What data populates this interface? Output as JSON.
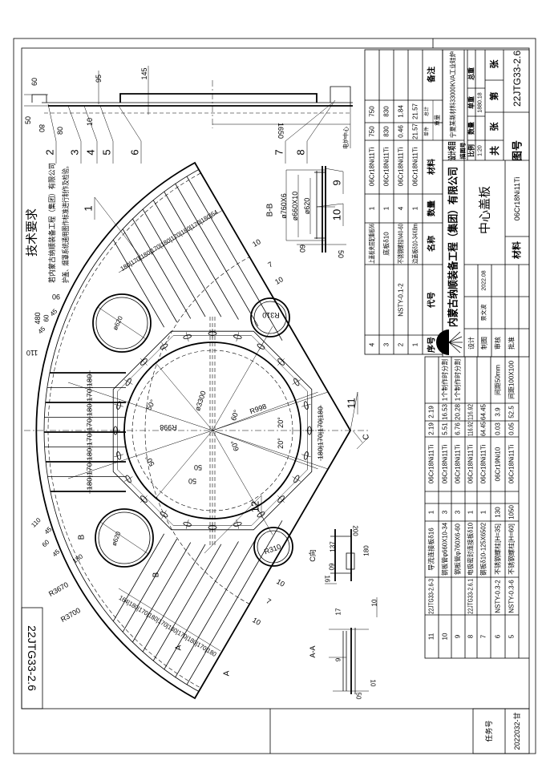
{
  "sheet": {
    "side_drawing_no": "22JTG33-2.6",
    "task_label": "任务号",
    "task_no": "2022032-甘"
  },
  "tech_requirements": {
    "title": "技术要求",
    "lines": [
      "若内蒙古纳顺装备工程（集团）有限公司",
      "护盖、烟罩系统通用图作标准进行制作及检验。"
    ]
  },
  "parts_upper": {
    "headers": {
      "no": "序号",
      "code": "代号",
      "name": "名称",
      "qty": "数量",
      "material": "材料",
      "unit": "单件",
      "total": "总计",
      "weight": "重量",
      "remark": "备注"
    },
    "rows": [
      {
        "no": "4",
        "code": "",
        "name": "上盖板夹层配重板δ6",
        "qty": "1",
        "material": "06Cr18Ni11Ti",
        "unit": "750",
        "total": "750",
        "remark": ""
      },
      {
        "no": "3",
        "code": "",
        "name": "底板δ10",
        "qty": "1",
        "material": "06Cr18Ni11Ti",
        "unit": "830",
        "total": "830",
        "remark": ""
      },
      {
        "no": "2",
        "code": "NSTY-0.1-2",
        "name": "不锈钢螺柱N40-60",
        "qty": "4",
        "material": "06Cr18Ni11Ti",
        "unit": "0.46",
        "total": "1.84",
        "remark": ""
      },
      {
        "no": "1",
        "code": "",
        "name": "边盖板δ10-34X8m",
        "qty": "1",
        "material": "06Cr18Ni11Ti",
        "unit": "21.57",
        "total": "21.57",
        "remark": ""
      }
    ]
  },
  "parts_lower": {
    "rows": [
      {
        "no": "11",
        "code": "22JTG33-2.6-3",
        "name": "导流连接板δ16",
        "qty": "1",
        "material": "06Cr18Ni11Ti",
        "unit": "2.19",
        "total": "2.19",
        "remark": ""
      },
      {
        "no": "10",
        "code": "",
        "name": "钢板管φ660X10-34",
        "qty": "3",
        "material": "06Cr18Ni11Ti",
        "unit": "5.51",
        "total": "16.53",
        "remark": "1个制作时分割"
      },
      {
        "no": "9",
        "code": "",
        "name": "钢板管φ760X6-60",
        "qty": "3",
        "material": "06Cr18Ni11Ti",
        "unit": "6.76",
        "total": "20.28",
        "remark": "1个制作时分割"
      },
      {
        "no": "8",
        "code": "22JTG33-2.6.1",
        "name": "电极密封连接板δ10",
        "qty": "1",
        "material": "06Cr18Ni11Ti",
        "unit": "116.92",
        "total": "116.92",
        "remark": ""
      },
      {
        "no": "7",
        "code": "",
        "name": "钢板δ10-125X6502",
        "qty": "1",
        "material": "06Cr18Ni11Ti",
        "unit": "64.45",
        "total": "64.45",
        "remark": ""
      },
      {
        "no": "6",
        "code": "NSTY-0.3-2",
        "name": "不锈钢螺柱[H=35]",
        "qty": "130",
        "material": "06Cr19Ni10",
        "unit": "0.03",
        "total": "3.9",
        "remark": "间距50mm"
      },
      {
        "no": "5",
        "code": "NSTY-0.3-6",
        "name": "不锈钢螺柱[H=60]",
        "qty": "1050",
        "material": "06Cr18Ni11Ti",
        "unit": "0.05",
        "total": "52.5",
        "remark": "间距100X100"
      }
    ]
  },
  "title_block": {
    "company": "内蒙古纳顺装备工程（集团）有限公司",
    "design_project_label": "设计项目",
    "design_project": "宁夏某新材料33000KVA工业硅炉",
    "drawing_title": "中心盖板",
    "material_label": "材料",
    "material": "06Cr18Ni11Ti",
    "design_label": "设计",
    "drafting_label": "制图",
    "review_label": "审核",
    "approve_label": "批准",
    "designer": "景文波",
    "date": "2022.08",
    "trace_no_label": "描图号",
    "scale_label": "比例",
    "scale": "1:20",
    "qty_label": "数量",
    "unit_weight_label": "单重",
    "total_weight_label": "总重",
    "unit_weight": "1880.18",
    "total_label": "共",
    "sheets_label_1": "张",
    "sheet_label": "第",
    "sheets_label_2": "张",
    "drawing_no_label": "图号",
    "drawing_no": "22JTG33-2.6"
  },
  "balloons": [
    "1",
    "2",
    "3",
    "4",
    "5",
    "6",
    "7",
    "8",
    "9",
    "10",
    "11",
    "12"
  ],
  "dimension_labels": [
    "145",
    "95",
    "60",
    "50",
    "80",
    "80",
    "10",
    "1650",
    "电炉中心",
    "B-B",
    "ø760X6",
    "ø660X10",
    "ø620",
    "60",
    "50",
    "10",
    "7",
    "10",
    "R310",
    "ø620",
    "90",
    "480",
    "60",
    "45",
    "45",
    "110",
    "R998",
    "R998",
    "ø3300",
    "50°",
    "50°",
    "60°",
    "60°",
    "20°",
    "20°",
    "50",
    "50",
    "180|170|170|180",
    "180|170|180|170|170|180|170|180",
    "180|170|180|170|180|170|180|170|180|64",
    "164|180|170|180|170|180|170|180|170|180",
    "110",
    "60",
    "45",
    "45",
    "180",
    "R3670",
    "R3700",
    "ø620",
    "B",
    "B",
    "R310",
    "10",
    "7",
    "10",
    "A",
    "A",
    "C向",
    "137",
    "60",
    "16",
    "200",
    "180",
    "A-A",
    "17",
    "9",
    "50",
    "10",
    "10",
    "C"
  ]
}
